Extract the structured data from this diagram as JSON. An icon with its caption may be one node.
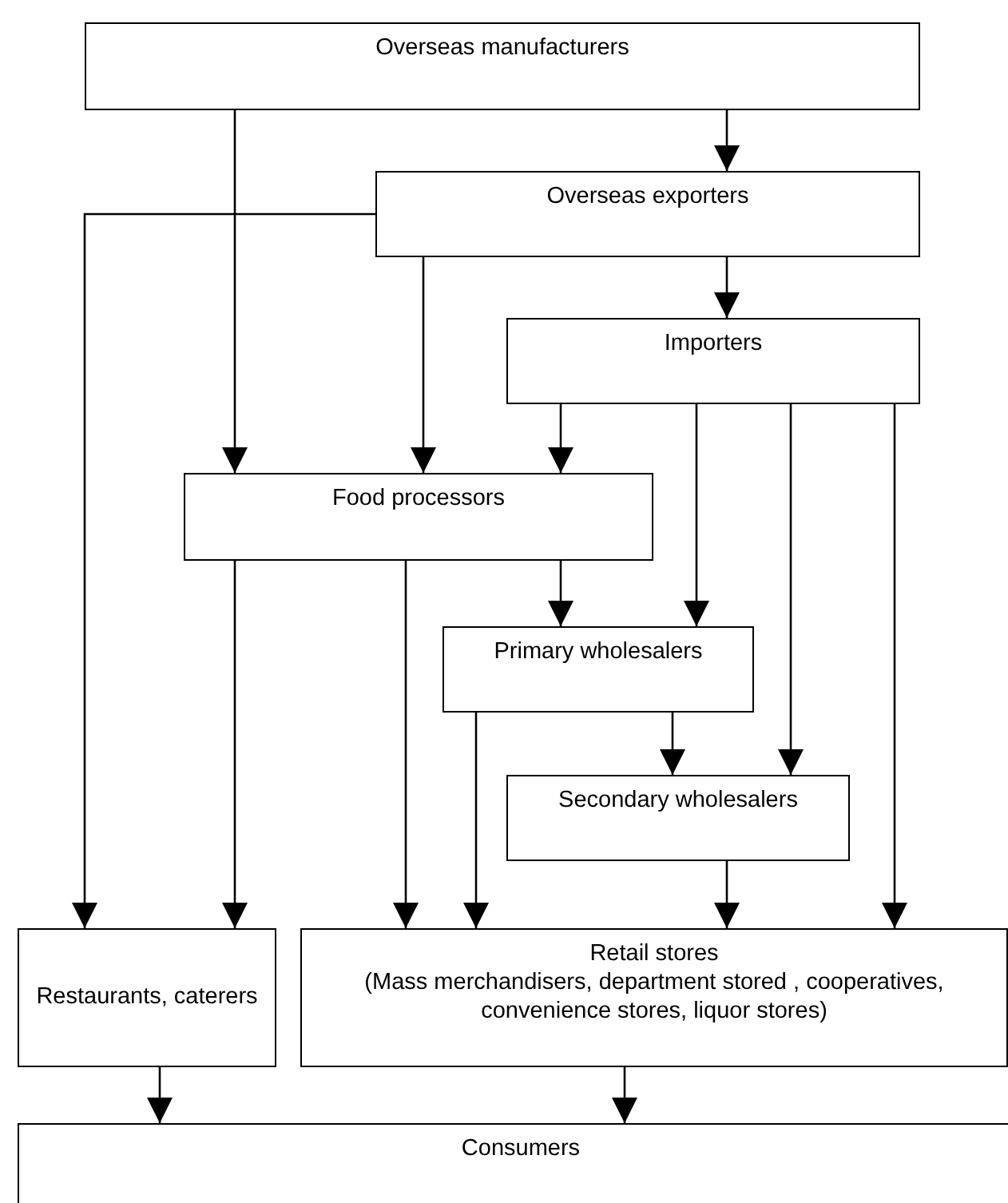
{
  "diagram": {
    "nodes": [
      {
        "text": [
          "Overseas manufacturers"
        ]
      },
      {
        "text": [
          "Overseas exporters"
        ]
      },
      {
        "text": [
          "Importers"
        ]
      },
      {
        "text": [
          "Food processors"
        ]
      },
      {
        "text": [
          "Primary wholesalers"
        ]
      },
      {
        "text": [
          "Secondary wholesalers"
        ]
      },
      {
        "text": [
          "Restaurants, caterers"
        ]
      },
      {
        "text": [
          "Retail stores",
          "(Mass merchandisers, department stored , cooperatives, convenience stores, liquor stores)"
        ]
      },
      {
        "text": [
          "Consumers"
        ]
      }
    ],
    "edges": [
      {
        "from": 0,
        "to": 3,
        "arrow": "to"
      },
      {
        "from": 0,
        "to": 1,
        "arrow": "to"
      },
      {
        "from": 1,
        "to": 6,
        "arrow": "to"
      },
      {
        "from": 1,
        "to": 3,
        "arrow": "to"
      },
      {
        "from": 1,
        "to": 2,
        "arrow": "to"
      },
      {
        "from": 2,
        "to": 3,
        "arrow": "to"
      },
      {
        "from": 2,
        "to": 4,
        "arrow": "to"
      },
      {
        "from": 2,
        "to": 5,
        "arrow": "to"
      },
      {
        "from": 2,
        "to": 7,
        "arrow": "to"
      },
      {
        "from": 3,
        "to": 6,
        "arrow": "to"
      },
      {
        "from": 3,
        "to": 7,
        "arrow": "to"
      },
      {
        "from": 3,
        "to": 4,
        "arrow": "to"
      },
      {
        "from": 4,
        "to": 7,
        "arrow": "to"
      },
      {
        "from": 4,
        "to": 5,
        "arrow": "to"
      },
      {
        "from": 5,
        "to": 7,
        "arrow": "to"
      },
      {
        "from": 6,
        "to": 8,
        "arrow": "to"
      },
      {
        "from": 7,
        "to": 8,
        "arrow": "to"
      }
    ]
  }
}
